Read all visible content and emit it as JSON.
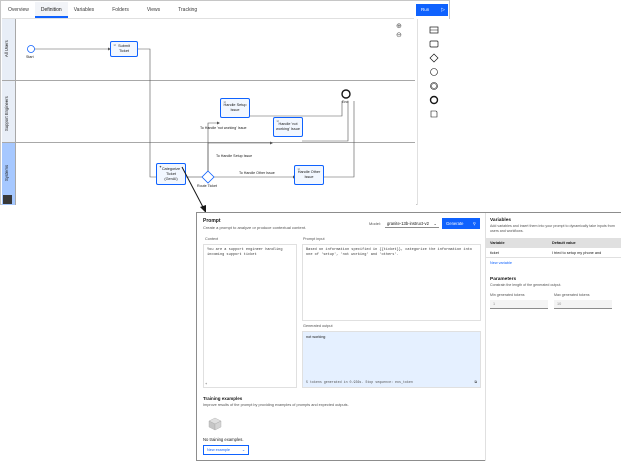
{
  "tabs": [
    "Overview",
    "Definition",
    "Variables",
    "Folders",
    "Views",
    "Tracking"
  ],
  "run_button": "Run",
  "lanes": [
    "All Users",
    "Support Engineers",
    "Systems"
  ],
  "diagram": {
    "start": "Start",
    "end": "End",
    "submit_ticket": "Submit Ticket",
    "handle_setup": "Handle Setup Issue",
    "handle_not_working": "Handle 'not working' Issue",
    "categorize": "Categorize Ticket (GenAI)",
    "handle_other": "Handle Other Issue",
    "route_ticket": "Route Ticket",
    "flow_not_working": "To Handle 'not working' Issue",
    "flow_setup": "To Handle Setup Issue",
    "flow_other": "To Handle Other Issue"
  },
  "panel": {
    "title": "Prompt",
    "subtitle": "Create a prompt to analyze or produce contextual content.",
    "model_label": "Model:",
    "model_value": "granite-13b-instruct-v2",
    "generate_label": "Generate",
    "context_label": "Context",
    "context_text": "You are a support engineer handling incoming support ticket",
    "prompt_label": "Prompt input",
    "prompt_text": "Based on information specified in  {{ticket}}, categorize the information into one of  'setup', 'not working' and 'others'.",
    "generated_label": "Generated output",
    "generated_text": "not working",
    "generated_footer": "5 tokens generated in 0.936s. Stop sequence: eos_token",
    "training_title": "Training examples",
    "training_sub": "Improve results of the prompt by providing examples of prompts and expected outputs.",
    "no_examples": "No training examples.",
    "new_example": "New example",
    "variables_title": "Variables",
    "variables_sub": "Add variables and insert them into your prompt to dynamically take inputs from users and workflows.",
    "var_col": "Variable",
    "default_col": "Default value",
    "var_name": "ticket",
    "var_default": "I tried to setup my phone and",
    "new_variable": "New variable",
    "params_title": "Parameters",
    "params_sub": "Constrain the length of the generated output.",
    "min_label": "Min generated tokens",
    "min_value": "1",
    "max_label": "Max generated tokens",
    "max_value": "10"
  }
}
